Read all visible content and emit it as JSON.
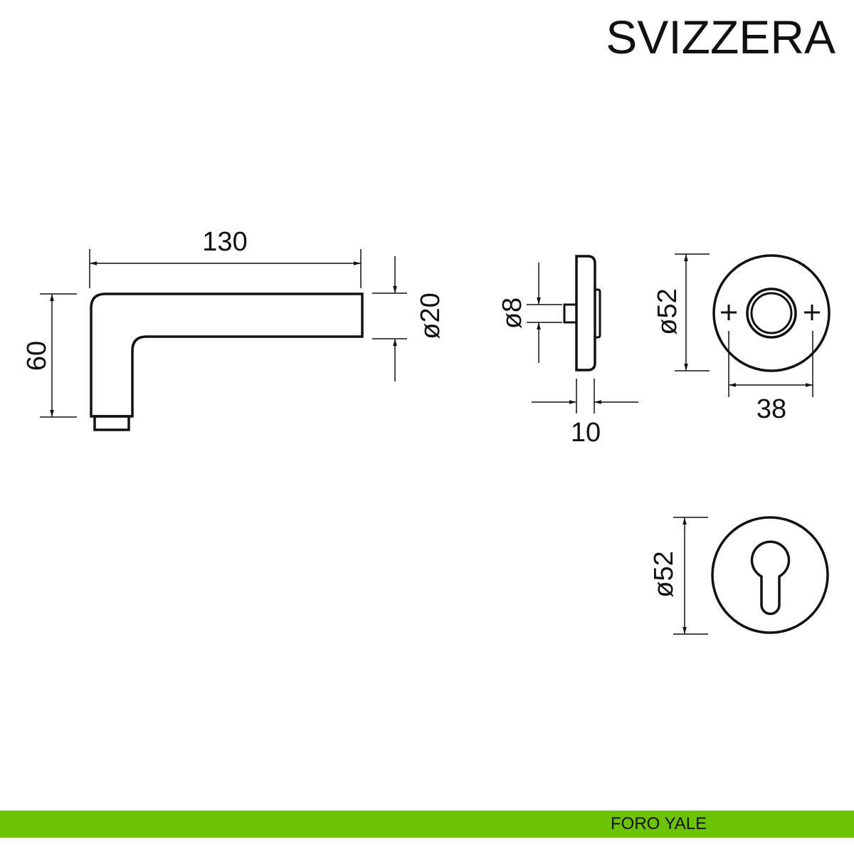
{
  "title": "SVIZZERA",
  "footer": {
    "label": "FORO YALE",
    "bar_color": "#6cc304"
  },
  "views": {
    "lever_side": {
      "length_label": "130",
      "height_label": "60",
      "bar_diameter_label": "ø20"
    },
    "rose_side": {
      "spindle_label": "ø8",
      "thickness_label": "10"
    },
    "rose_front": {
      "diameter_label": "ø52",
      "screw_spacing_label": "38",
      "screw_marks": [
        "+",
        "+"
      ]
    },
    "escutcheon_front": {
      "diameter_label": "ø52",
      "keyhole_type": "euro-profile-cylinder"
    }
  }
}
